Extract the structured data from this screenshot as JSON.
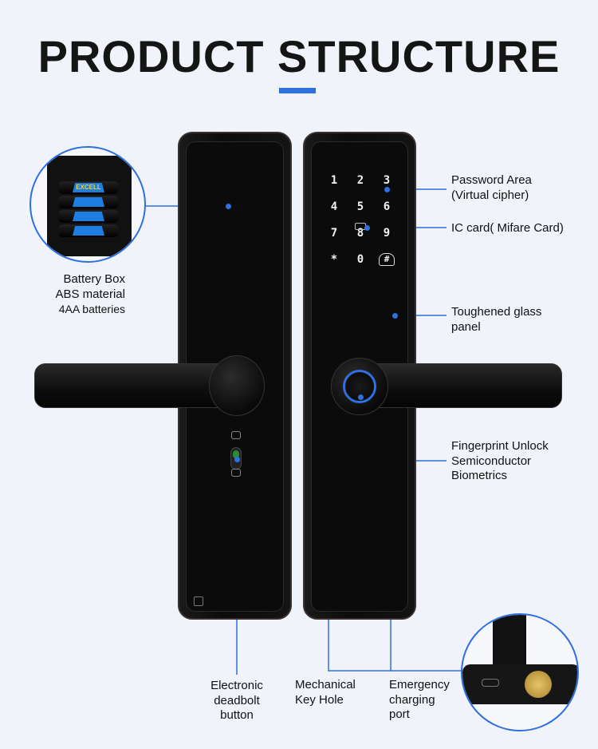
{
  "title": "PRODUCT STRUCTURE",
  "keypad": [
    "1",
    "2",
    "3",
    "4",
    "5",
    "6",
    "7",
    "8",
    "9",
    "*",
    "0",
    "#"
  ],
  "battery_brand": "EXCELL",
  "callouts": {
    "battery": [
      "Battery Box",
      "ABS material",
      "4AA batteries"
    ],
    "password": [
      "Password Area",
      "(Virtual cipher)"
    ],
    "ic_card": "IC card( Mifare Card)",
    "glass": [
      "Toughened glass",
      "panel"
    ],
    "fingerprint": [
      "Fingerprint Unlock",
      "Semiconductor",
      "Biometrics"
    ],
    "deadbolt": [
      "Electronic",
      "deadbolt",
      "button"
    ],
    "keyhole": [
      "Mechanical",
      "Key Hole"
    ],
    "charging": [
      "Emergency",
      "charging",
      "port"
    ]
  },
  "colors": {
    "accent": "#2f6fe0",
    "background": "#f0f3fa"
  }
}
